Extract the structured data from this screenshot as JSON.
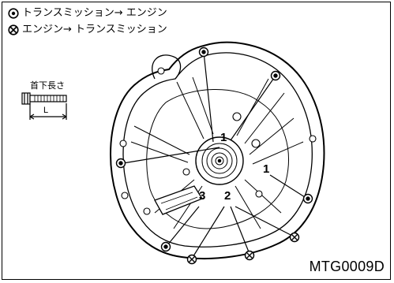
{
  "legend": {
    "items": [
      {
        "symbol": "dot-circle-icon",
        "text": "トランスミッション→ エンジン"
      },
      {
        "symbol": "cross-circle-icon",
        "text": "エンジン→ トランスミッション"
      }
    ]
  },
  "bolt_detail": {
    "caption": "首下長さ",
    "dimension_label": "L"
  },
  "diagram": {
    "bolt_numbers": {
      "one_center": "1",
      "one_right": "1",
      "two": "2",
      "three": "3"
    }
  },
  "figure_code": "MTG0009D"
}
